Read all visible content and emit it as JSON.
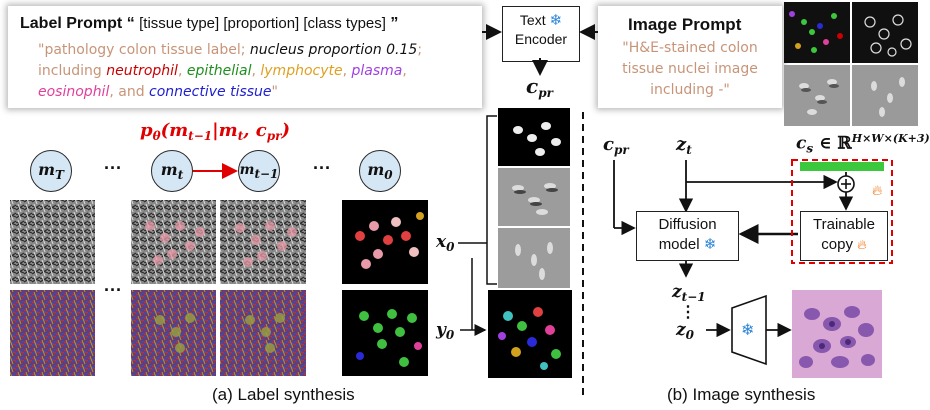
{
  "label_prompt": {
    "title": "Label Prompt",
    "template": "[tissue type] [proportion] [class types]",
    "q_open": "“",
    "q_close": "”",
    "text_line1": "\"pathology colon tissue label; ",
    "proportion": "nucleus proportion 0.15",
    "semicolon": ";",
    "including": "including ",
    "neutrophil": "neutrophil",
    "epithelial": "epithelial",
    "lymphocyte": "lymphocyte",
    "plasma": "plasma",
    "eosinophil": "eosinophil",
    "and": "and ",
    "connective": "connective tissue",
    "comma": ", ",
    "end_quote": "\""
  },
  "text_encoder": {
    "line1": "Text",
    "line2": "Encoder"
  },
  "image_prompt": {
    "title": "Image Prompt",
    "lines": [
      "\"H&E-stained colon",
      "tissue nuclei image",
      "including -\""
    ]
  },
  "math": {
    "c_pr": "c",
    "c_pr_sub": "pr",
    "p_theta": "p",
    "p_sub": "θ",
    "p_args_a": "(m",
    "p_args_b": "t−1",
    "p_args_c": "|m",
    "p_args_d": "t",
    "p_args_e": ", c",
    "p_args_f": "pr",
    "p_args_g": ")",
    "m_T": "T",
    "m_t": "t",
    "m_t1": "t−1",
    "m_0": "0",
    "m": "m",
    "x0": "x",
    "y0": "y",
    "zero": "0",
    "z": "z",
    "z_t": "t",
    "z_t1": "t−1",
    "c_s": "c",
    "c_s_sub": "s",
    "c_s_in": " ∈ ℝ",
    "c_s_sup": "H×W×(K+3)",
    "ellipsis": "···",
    "vdots": "⋮"
  },
  "diffusion_model": {
    "line1": "Diffusion",
    "line2": "model"
  },
  "trainable_copy": {
    "line1": "Trainable",
    "line2": "copy"
  },
  "captions": {
    "a": "(a) Label synthesis",
    "b": "(b) Image synthesis"
  },
  "colors": {
    "neutrophil": "#cc0000",
    "epithelial": "#1f8f1f",
    "lymphocyte": "#e0a020",
    "plasma": "#a040e0",
    "eosinophil": "#e0409a",
    "connective": "#2020d0",
    "prompt_text": "#c89478",
    "red_arrow": "#e00000",
    "node_fill": "#d5e6f5",
    "green_bar": "#3cc83c"
  },
  "icons": [
    "snowflake-icon",
    "fire-icon",
    "plus-circle-icon"
  ]
}
